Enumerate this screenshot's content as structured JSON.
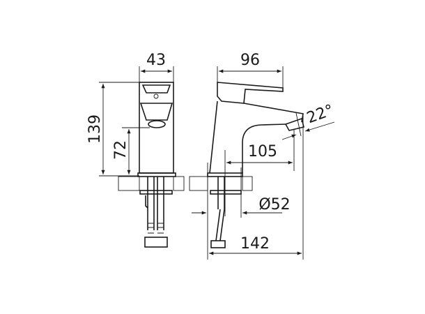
{
  "dimensions": {
    "width_front": "43",
    "height_total": "139",
    "height_spout": "72",
    "lever_length": "96",
    "spout_reach": "105",
    "base_diameter": "Ø52",
    "total_depth": "142",
    "spout_angle": "22°"
  },
  "colors": {
    "line": "#1a1a1a",
    "background": "#ffffff"
  }
}
